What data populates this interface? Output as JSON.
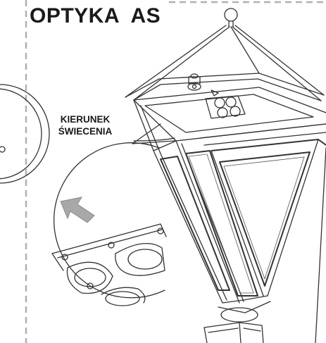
{
  "title": "OPTYKA  AS",
  "callout": {
    "line1": "KIERUNEK",
    "line2": "ŚWIECENIA"
  },
  "colors": {
    "line": "#333333",
    "dash_border": "#b0b0b0",
    "arrow": "#a8a8a8",
    "panel_fill": "#ffffff"
  }
}
